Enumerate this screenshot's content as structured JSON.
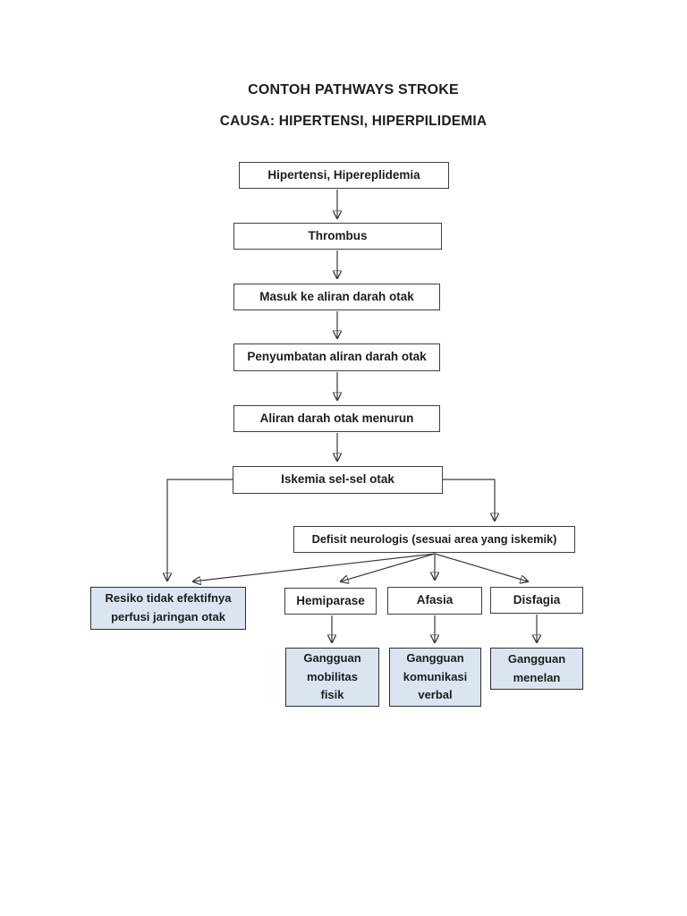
{
  "document": {
    "title": "CONTOH PATHWAYS STROKE",
    "subtitle": "CAUSA: HIPERTENSI, HIPERPILIDEMIA"
  },
  "diagram": {
    "type": "flowchart",
    "colors": {
      "background": "#ffffff",
      "node_fill": "#ffffff",
      "highlight_fill": "#dbe5f1",
      "border": "#3f3f3f",
      "arrow": "#3a3a3a",
      "text": "#1d1d1d"
    },
    "nodes": [
      {
        "id": "hipertensi",
        "label": "Hipertensi, Hipereplidemia",
        "style": "plain"
      },
      {
        "id": "thrombus",
        "label": "Thrombus",
        "style": "plain"
      },
      {
        "id": "masuk",
        "label": "Masuk ke aliran darah otak",
        "style": "plain"
      },
      {
        "id": "penyumbatan",
        "label": "Penyumbatan aliran darah otak",
        "style": "plain"
      },
      {
        "id": "aliran-menurun",
        "label": "Aliran darah otak menurun",
        "style": "plain"
      },
      {
        "id": "iskemia",
        "label": "Iskemia sel-sel otak",
        "style": "plain"
      },
      {
        "id": "defisit",
        "label": "Defisit neurologis (sesuai area yang iskemik)",
        "style": "plain"
      },
      {
        "id": "resiko-perfusi",
        "label": "Resiko tidak efektifnya perfusi jaringan otak",
        "style": "highlight",
        "lines": [
          "Resiko tidak efektifnya",
          "perfusi jaringan otak"
        ]
      },
      {
        "id": "hemiparase",
        "label": "Hemiparase",
        "style": "plain"
      },
      {
        "id": "afasia",
        "label": "Afasia",
        "style": "plain"
      },
      {
        "id": "disfagia",
        "label": "Disfagia",
        "style": "plain"
      },
      {
        "id": "gangguan-mobilitas",
        "label": "Gangguan mobilitas fisik",
        "style": "highlight",
        "lines": [
          "Gangguan",
          "mobilitas",
          "fisik"
        ]
      },
      {
        "id": "gangguan-komunikasi",
        "label": "Gangguan komunikasi verbal",
        "style": "highlight",
        "lines": [
          "Gangguan",
          "komunikasi",
          "verbal"
        ]
      },
      {
        "id": "gangguan-menelan",
        "label": "Gangguan menelan",
        "style": "highlight",
        "lines": [
          "Gangguan",
          "menelan"
        ]
      }
    ],
    "edges": [
      {
        "from": "hipertensi",
        "to": "thrombus"
      },
      {
        "from": "thrombus",
        "to": "masuk"
      },
      {
        "from": "masuk",
        "to": "penyumbatan"
      },
      {
        "from": "penyumbatan",
        "to": "aliran-menurun"
      },
      {
        "from": "aliran-menurun",
        "to": "iskemia"
      },
      {
        "from": "iskemia",
        "to": "resiko-perfusi"
      },
      {
        "from": "iskemia",
        "to": "defisit"
      },
      {
        "from": "defisit",
        "to": "resiko-perfusi"
      },
      {
        "from": "defisit",
        "to": "hemiparase"
      },
      {
        "from": "defisit",
        "to": "afasia"
      },
      {
        "from": "defisit",
        "to": "disfagia"
      },
      {
        "from": "hemiparase",
        "to": "gangguan-mobilitas"
      },
      {
        "from": "afasia",
        "to": "gangguan-komunikasi"
      },
      {
        "from": "disfagia",
        "to": "gangguan-menelan"
      }
    ]
  }
}
